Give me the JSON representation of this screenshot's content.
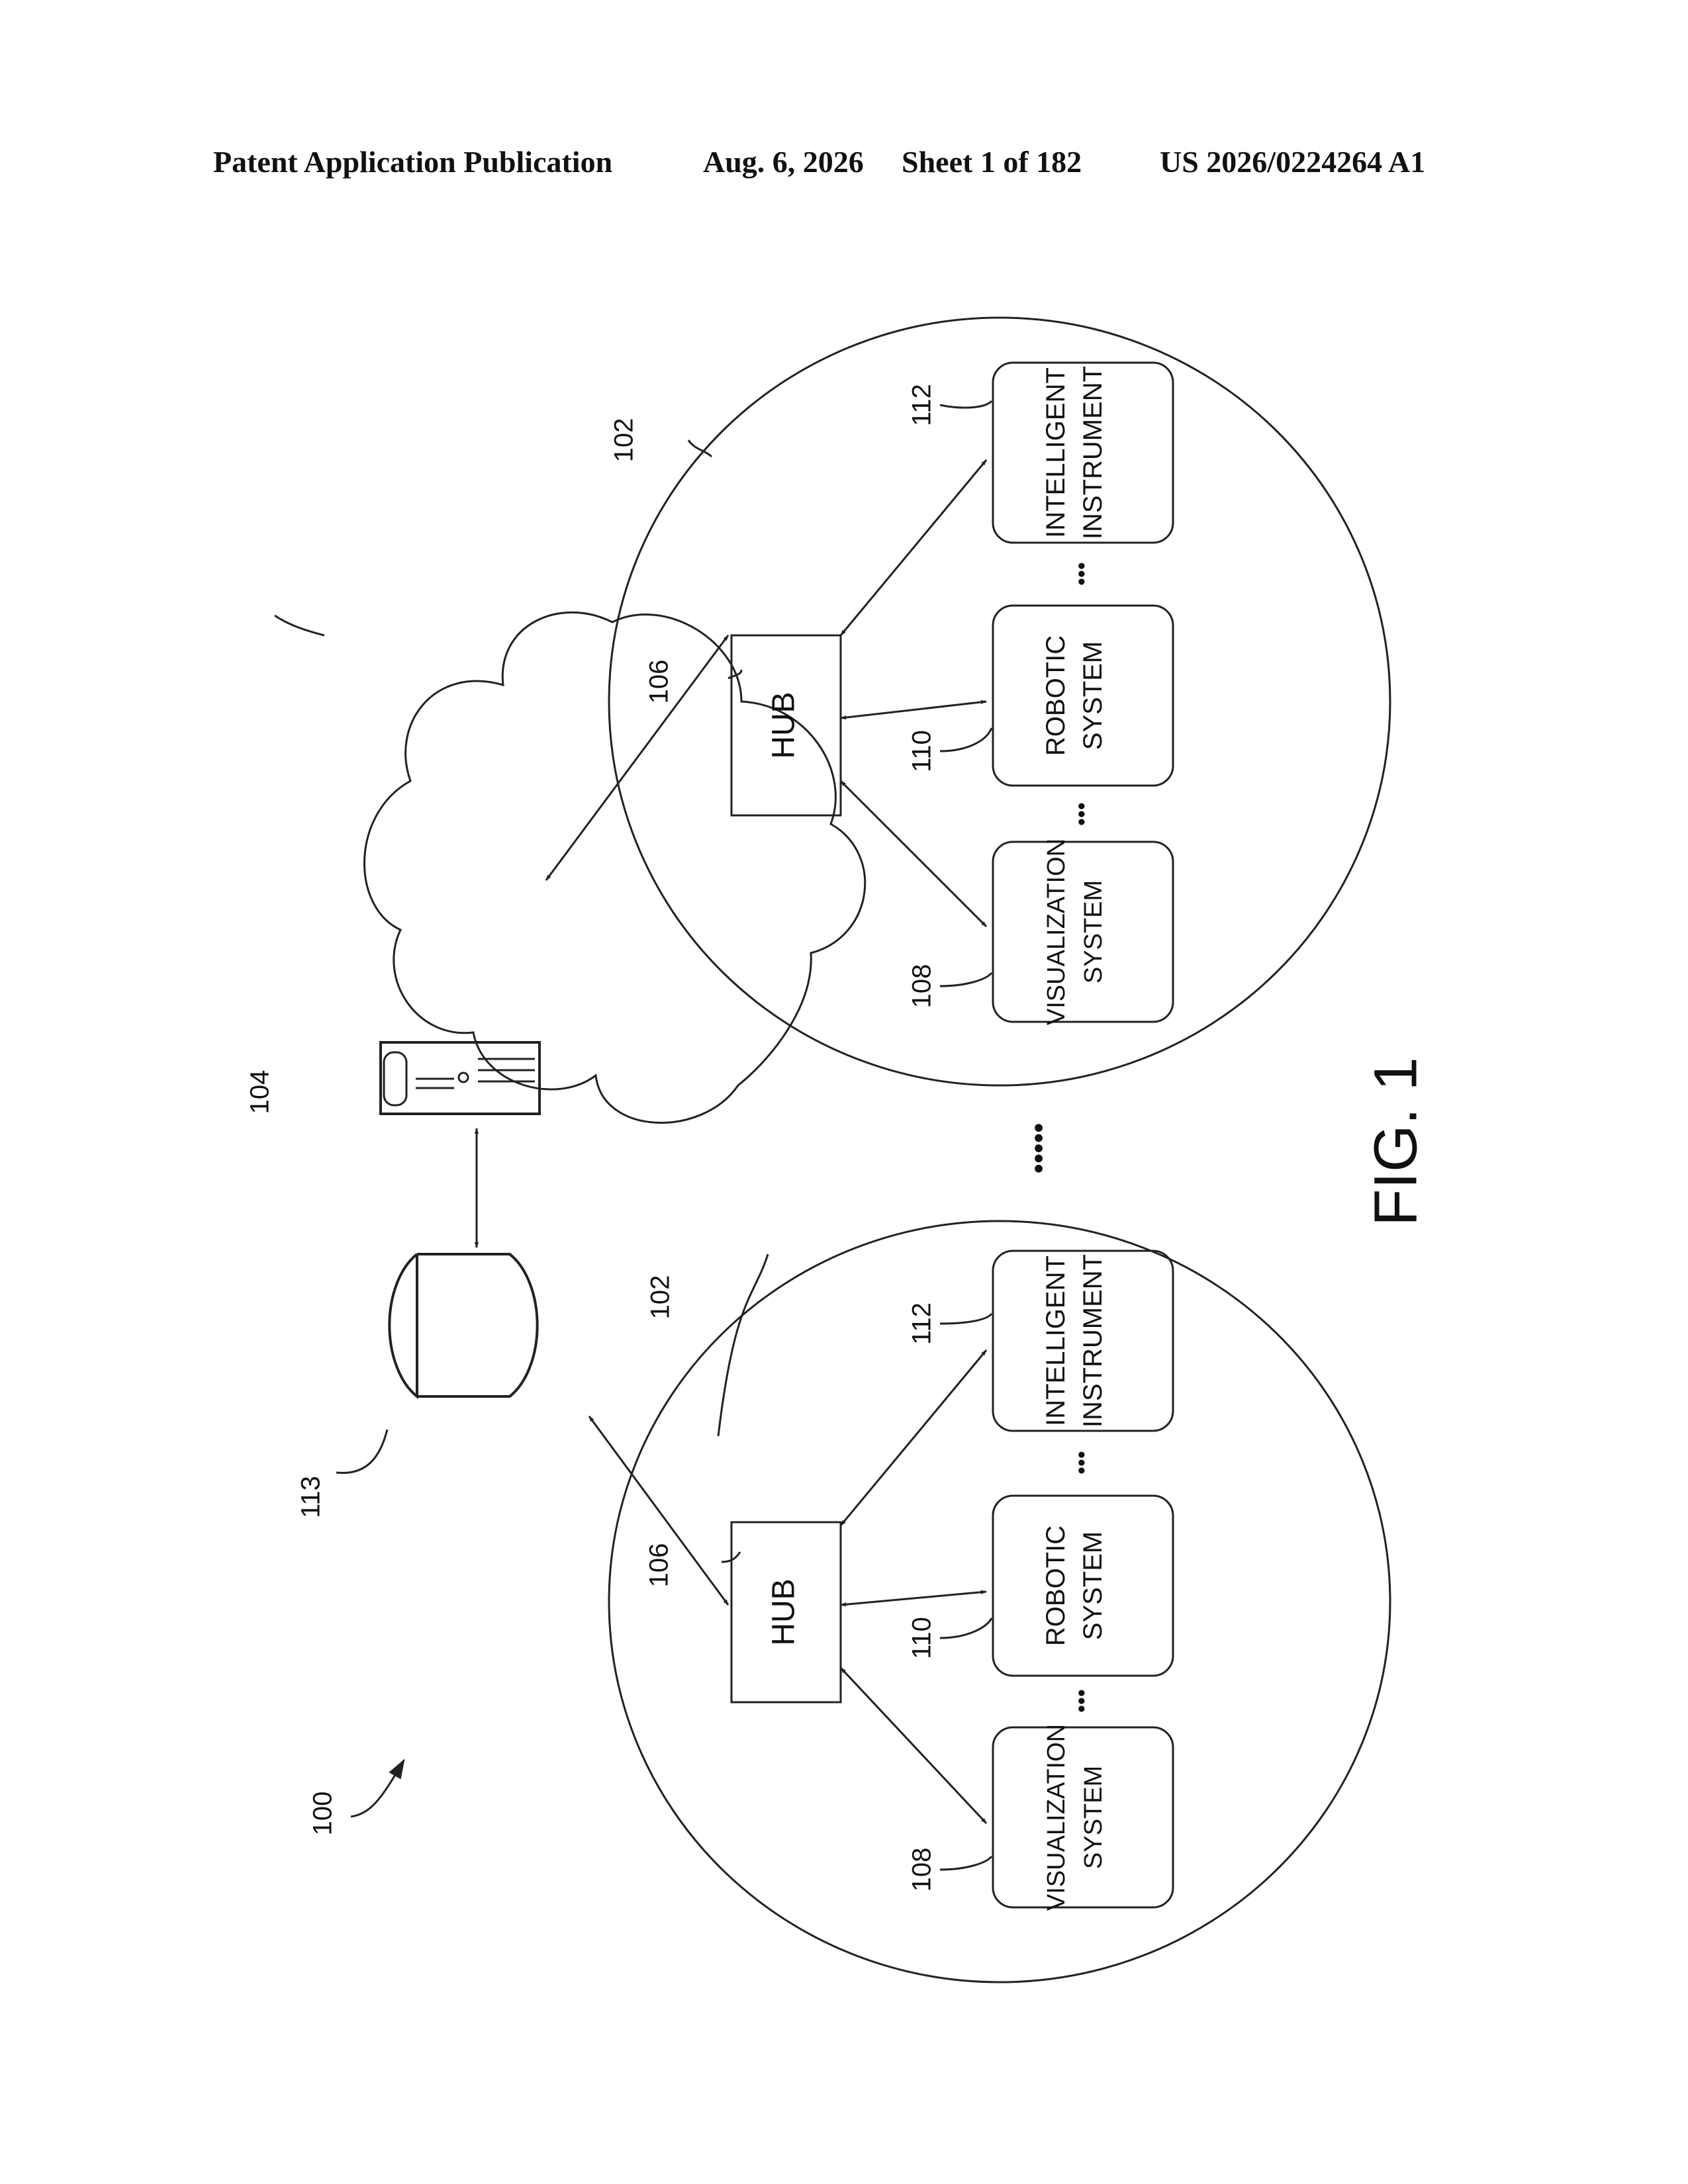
{
  "header": {
    "publication": "Patent Application Publication",
    "date": "Aug. 6, 2026",
    "sheet": "Sheet 1 of 182",
    "number": "US 2026/0224264 A1"
  },
  "figure": {
    "caption": "FIG. 1",
    "system_ref": "100",
    "cloud_ref": "104",
    "storage_ref": "113",
    "ellipsis": "•••••",
    "facilities": [
      {
        "ref": "102",
        "hub": {
          "ref": "106",
          "label": "HUB"
        },
        "devices": [
          {
            "ref": "108",
            "line1": "VISUALIZATION",
            "line2": "SYSTEM"
          },
          {
            "ref": "110",
            "line1": "ROBOTIC",
            "line2": "SYSTEM"
          },
          {
            "ref": "112",
            "line1": "INTELLIGENT",
            "line2": "INSTRUMENT"
          }
        ]
      },
      {
        "ref": "102",
        "hub": {
          "ref": "106",
          "label": "HUB"
        },
        "devices": [
          {
            "ref": "108",
            "line1": "VISUALIZATION",
            "line2": "SYSTEM"
          },
          {
            "ref": "110",
            "line1": "ROBOTIC",
            "line2": "SYSTEM"
          },
          {
            "ref": "112",
            "line1": "INTELLIGENT",
            "line2": "INSTRUMENT"
          }
        ]
      }
    ]
  }
}
